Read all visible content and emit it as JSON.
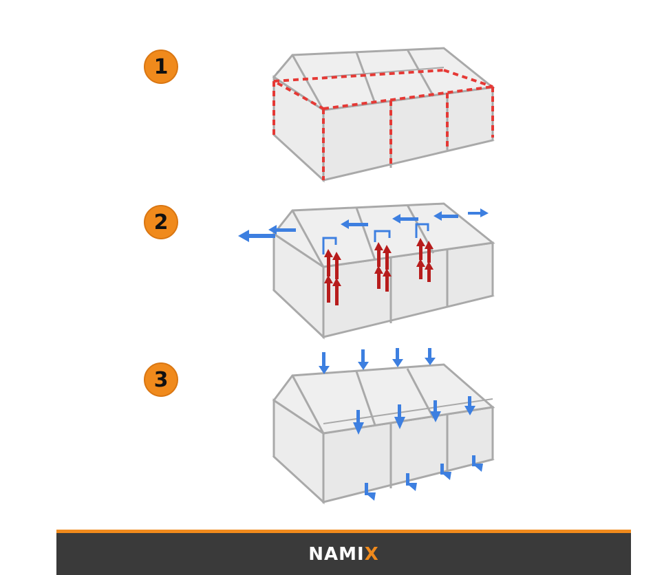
{
  "steps": [
    {
      "number": "1"
    },
    {
      "number": "2"
    },
    {
      "number": "3"
    }
  ],
  "brand": {
    "main": "NAMI",
    "accent": "X"
  },
  "colors": {
    "badge": "#f08a1c",
    "frame": "#a9a9a9",
    "panel": "#e6e6e6",
    "red_dashes": "#e53935",
    "heat_arrows": "#b71c1c",
    "air_arrows": "#3d7fe0",
    "footer": "#3a3a3a"
  }
}
